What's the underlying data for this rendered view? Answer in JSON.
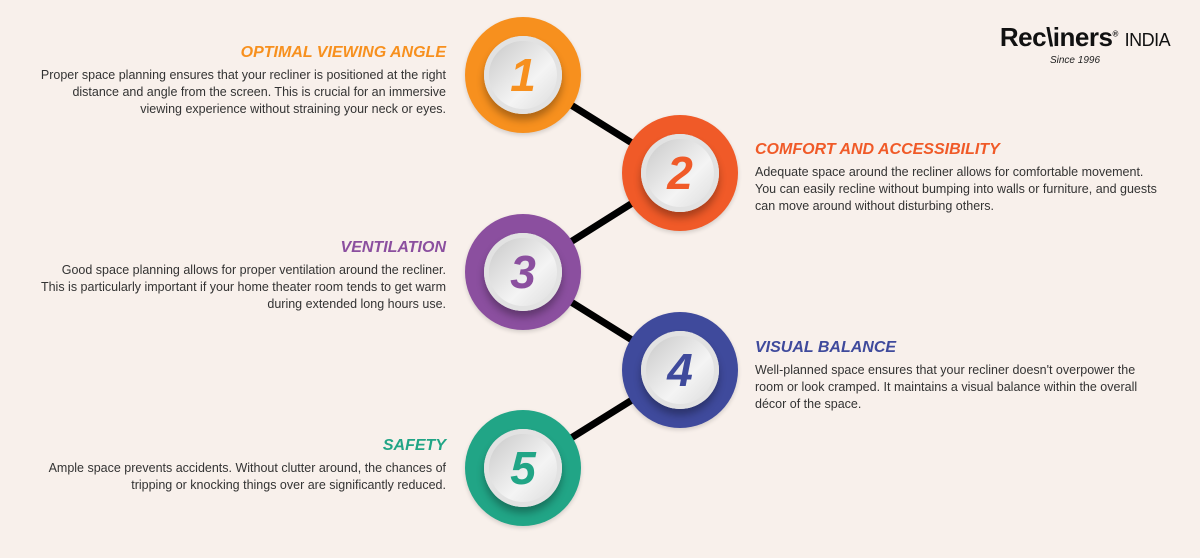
{
  "logo": {
    "brand": "Rec\\iners",
    "country": "INDIA",
    "tagline": "Since 1996"
  },
  "steps": [
    {
      "number": "1",
      "title": "OPTIMAL VIEWING ANGLE",
      "color": "#f7901e",
      "text": "Proper space planning ensures that your recliner is positioned at the right distance and angle from the screen. This is crucial for an immersive viewing experience without straining your neck or eyes."
    },
    {
      "number": "2",
      "title": "COMFORT AND ACCESSIBILITY",
      "color": "#f05a28",
      "text": "Adequate space around the recliner allows for comfortable movement. You can easily recline without bumping into walls or furniture, and guests can move around without disturbing others."
    },
    {
      "number": "3",
      "title": "VENTILATION",
      "color": "#8b4f9f",
      "text": "Good space planning allows for proper ventilation around the recliner. This is particularly important if your home theater room tends to get warm during extended long hours use."
    },
    {
      "number": "4",
      "title": "VISUAL BALANCE",
      "color": "#3f4a9c",
      "text": "Well-planned space ensures that your recliner doesn't overpower the room or look cramped. It maintains a visual balance within the overall décor of the space."
    },
    {
      "number": "5",
      "title": "SAFETY",
      "color": "#21a586",
      "text": "Ample space prevents accidents. Without clutter around, the chances of tripping or knocking things over are significantly reduced."
    }
  ]
}
